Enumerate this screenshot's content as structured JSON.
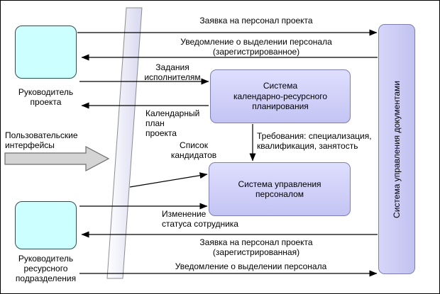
{
  "nodes": {
    "project_manager": {
      "label": "Руководитель\nпроекта"
    },
    "resource_manager": {
      "label": "Руководитель\nресурсного\nподразделения"
    },
    "user_interfaces": {
      "label": "Пользовательские\nинтерфейсы"
    },
    "planning_system": {
      "label": "Система\nкалендарно-ресурсного\nпланирования"
    },
    "hr_system": {
      "label": "Система управления\nперсоналом"
    },
    "document_system": {
      "label": "Система управления документами"
    }
  },
  "flows": {
    "personnel_request": {
      "label": "Заявка на персонал проекта",
      "from": "project_manager",
      "to": "document_system",
      "direction": "right"
    },
    "allocation_notice_registered": {
      "label": "Уведомление о выделении персонала\n(зарегистрированное)",
      "from": "document_system",
      "to": "project_manager",
      "direction": "left"
    },
    "assignments": {
      "label": "Задания\nисполнителям",
      "from": "project_manager",
      "to": "planning_system",
      "direction": "right"
    },
    "calendar_plan": {
      "label": "Календарный\nплан\nпроекта",
      "from": "planning_system",
      "to": "project_manager",
      "direction": "left"
    },
    "requirements": {
      "label": "Требования: специализация,\nквалификация, занятость",
      "from": "planning_system",
      "to": "hr_system",
      "direction": "down"
    },
    "candidate_list": {
      "label": "Список\nкандидатов",
      "from": "user_interfaces",
      "to": "hr_system",
      "direction": "right"
    },
    "status_change": {
      "label": "Изменение\nстатуса сотрудника",
      "from": "resource_manager",
      "to": "hr_system",
      "direction": "right"
    },
    "personnel_request_registered": {
      "label": "Заявка на персонал проекта\n(зарегистрированная)",
      "from": "document_system",
      "to": "resource_manager",
      "direction": "left"
    },
    "allocation_notice": {
      "label": "Уведомление о выделении персонала",
      "from": "resource_manager",
      "to": "document_system",
      "direction": "right"
    }
  },
  "colors": {
    "actor_fill": "#ccffff",
    "system_fill": "#ccccff",
    "plane_fill": "#ebebfa",
    "interface_arrow_fill": "#d4d4d4",
    "connector_color": "#000000"
  }
}
